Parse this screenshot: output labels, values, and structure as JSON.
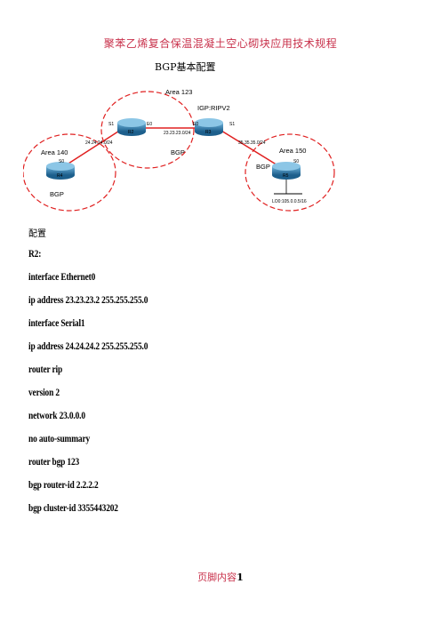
{
  "header": {
    "text": "聚苯乙烯复合保温混凝土空心砌块应用技术规程"
  },
  "diagram": {
    "title": "BGP基本配置",
    "areas": {
      "area123": "Area 123",
      "area140": "Area 140",
      "area150": "Area 150"
    },
    "labels": {
      "igp": "IGP:RIPV2",
      "bgp_center": "BGP",
      "bgp_left": "BGP",
      "bgp_right": "BGP",
      "net_left": "24.24.24.0/24",
      "net_center": "23.23.23.0/24",
      "net_right": "35.35.35.0/24",
      "loopback": "LO0:105.0.0.5/16",
      "s0_r4": "S0",
      "s1_r2": "S1",
      "e0_r2": "E0",
      "e0_r3": "E0",
      "s1_r3": "S1",
      "s0_r5": "S0",
      "r2": "R2",
      "r3": "R3",
      "r4": "R4",
      "r5": "R5"
    }
  },
  "section_label": "配置",
  "config": [
    "R2:",
    "interface Ethernet0",
    "ip address 23.23.23.2 255.255.255.0",
    "interface Serial1",
    "ip address 24.24.24.2 255.255.255.0",
    "router rip",
    "version 2",
    "network 23.0.0.0",
    "no auto-summary",
    "router bgp 123",
    "bgp router-id 2.2.2.2",
    "bgp cluster-id 3355443202"
  ],
  "footer": {
    "prefix": "页脚内容",
    "page": "1"
  },
  "colors": {
    "accent": "#c8304a",
    "link": "#e02020",
    "router": "#1f6fa3"
  }
}
